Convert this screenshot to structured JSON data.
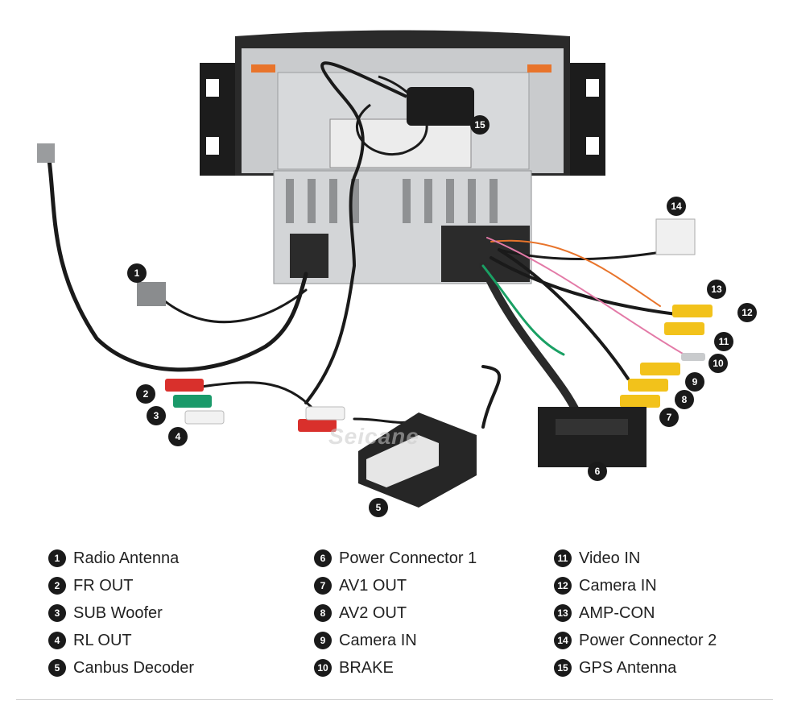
{
  "watermark": "Seicane",
  "callouts": [
    "1",
    "2",
    "3",
    "4",
    "5",
    "6",
    "7",
    "8",
    "9",
    "10",
    "11",
    "12",
    "13",
    "14",
    "15"
  ],
  "legend": {
    "col1": [
      {
        "num": "1",
        "label": "Radio Antenna"
      },
      {
        "num": "2",
        "label": "FR OUT"
      },
      {
        "num": "3",
        "label": "SUB Woofer"
      },
      {
        "num": "4",
        "label": "RL OUT"
      },
      {
        "num": "5",
        "label": "Canbus Decoder"
      }
    ],
    "col2": [
      {
        "num": "6",
        "label": "Power Connector 1"
      },
      {
        "num": "7",
        "label": "AV1 OUT"
      },
      {
        "num": "8",
        "label": "AV2 OUT"
      },
      {
        "num": "9",
        "label": "Camera IN"
      },
      {
        "num": "10",
        "label": "BRAKE"
      }
    ],
    "col3": [
      {
        "num": "11",
        "label": "Video IN"
      },
      {
        "num": "12",
        "label": "Camera IN"
      },
      {
        "num": "13",
        "label": "AMP-CON"
      },
      {
        "num": "14",
        "label": "Power Connector 2"
      },
      {
        "num": "15",
        "label": "GPS Antenna"
      }
    ]
  },
  "colors": {
    "rca_red": "#d9302c",
    "rca_white": "#f2f2f2",
    "rca_yellow": "#f2c21b",
    "rca_green": "#1a9a6a",
    "chassis": "#c9cbcd",
    "bracket": "#1c1c1c"
  }
}
